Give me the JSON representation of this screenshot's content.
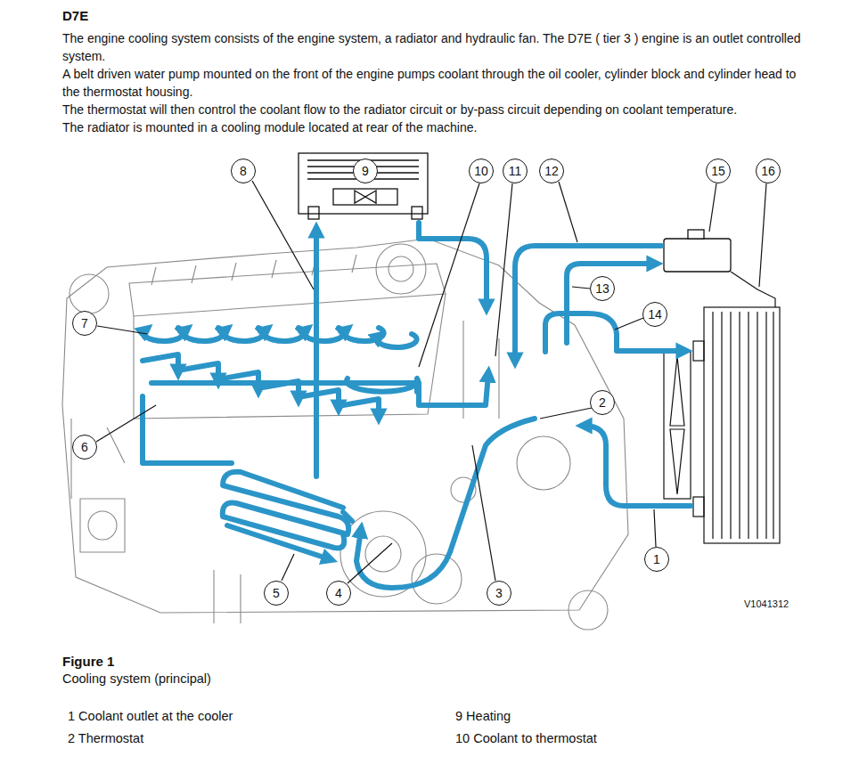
{
  "diagram": {
    "title": "D7E",
    "caption": "Figure 1",
    "labels": [
      "The engine cooling system consists of the engine system, a radiator and hydraulic fan. The D7E ( tier 3 ) engine is an outlet controlled system.",
      "A belt driven water pump mounted on the front of the engine pumps coolant through the oil cooler, cylinder block and cylinder head to the thermostat housing.",
      "The thermostat will then control the coolant flow to the radiator circuit or by-pass circuit depending on coolant temperature.",
      "The radiator is mounted in a cooling module located at rear of the machine.",
      "8",
      "9",
      "10",
      "11",
      "12",
      "15",
      "16",
      "13",
      "14",
      "7",
      "2",
      "6",
      "5",
      "4",
      "3",
      "1",
      "V1041312",
      "Cooling system (principal)",
      "1 Coolant outlet at the cooler",
      "2 Thermostat",
      "9 Heating",
      "10 Coolant to thermostat"
    ]
  }
}
